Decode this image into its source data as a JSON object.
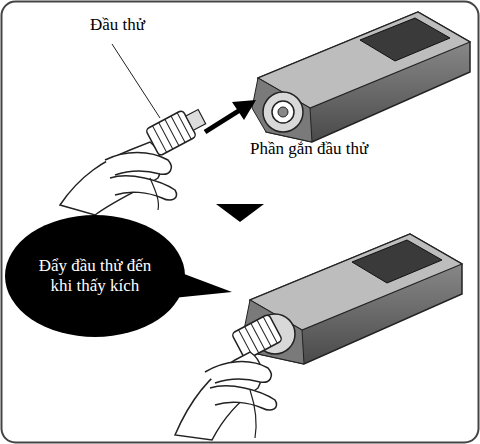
{
  "diagram": {
    "nodes": [
      {
        "text": [
          "Đẩy đầu thử đến khi thấy kích"
        ]
      }
    ],
    "labels": [
      "Đầu thử",
      "Phần gắn đầu thử"
    ]
  }
}
